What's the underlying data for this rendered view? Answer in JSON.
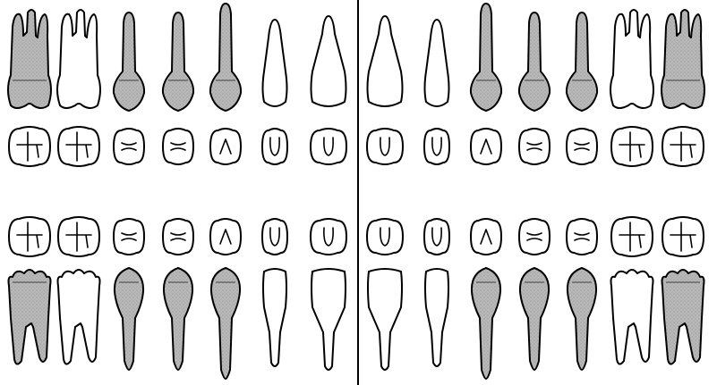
{
  "colors": {
    "shaded": "#b9b9b9",
    "plain": "#ffffff",
    "ink": "#000000"
  },
  "upper_teeth": [
    {
      "type": "molar",
      "shaded": true
    },
    {
      "type": "molar",
      "shaded": false
    },
    {
      "type": "premolar",
      "shaded": true
    },
    {
      "type": "premolar",
      "shaded": true
    },
    {
      "type": "canine",
      "shaded": true
    },
    {
      "type": "lateral-incisor",
      "shaded": false
    },
    {
      "type": "central-incisor",
      "shaded": false
    },
    {
      "type": "central-incisor",
      "shaded": false
    },
    {
      "type": "lateral-incisor",
      "shaded": false
    },
    {
      "type": "canine",
      "shaded": true
    },
    {
      "type": "premolar",
      "shaded": true
    },
    {
      "type": "premolar",
      "shaded": true
    },
    {
      "type": "molar",
      "shaded": false
    },
    {
      "type": "molar",
      "shaded": true
    }
  ],
  "lower_teeth": [
    {
      "type": "molar",
      "shaded": true
    },
    {
      "type": "molar",
      "shaded": false
    },
    {
      "type": "premolar",
      "shaded": true
    },
    {
      "type": "premolar",
      "shaded": true
    },
    {
      "type": "canine",
      "shaded": true
    },
    {
      "type": "lateral-incisor",
      "shaded": false
    },
    {
      "type": "central-incisor",
      "shaded": false
    },
    {
      "type": "central-incisor",
      "shaded": false
    },
    {
      "type": "lateral-incisor",
      "shaded": false
    },
    {
      "type": "canine",
      "shaded": true
    },
    {
      "type": "premolar",
      "shaded": true
    },
    {
      "type": "premolar",
      "shaded": true
    },
    {
      "type": "molar",
      "shaded": false
    },
    {
      "type": "molar",
      "shaded": true
    }
  ]
}
